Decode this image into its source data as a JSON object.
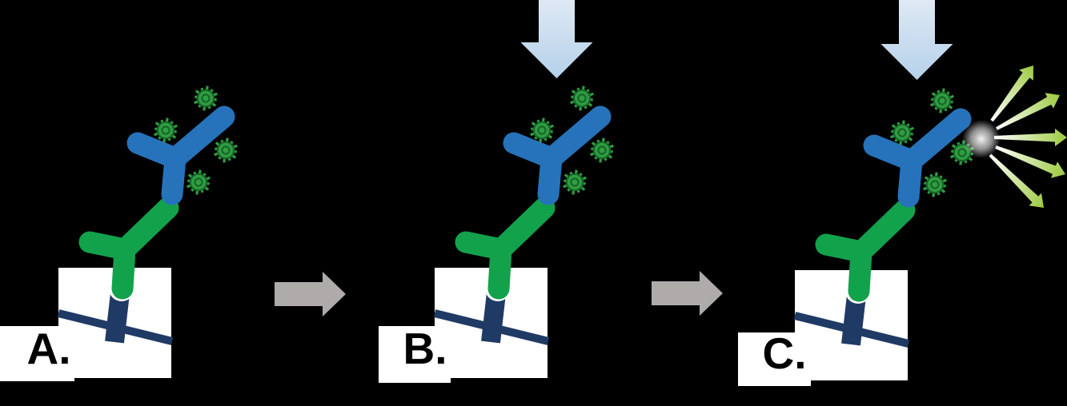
{
  "figure": {
    "type": "immunoassay-fluorescence-diagram",
    "panels": [
      {
        "id": "A",
        "label": "A.",
        "excitation_arrow": false,
        "emission_arrows": 0,
        "fluorophores": 4
      },
      {
        "id": "B",
        "label": "B.",
        "excitation_arrow": true,
        "emission_arrows": 0,
        "fluorophores": 4
      },
      {
        "id": "C",
        "label": "C.",
        "excitation_arrow": true,
        "emission_arrows": 5,
        "fluorophores": 4
      }
    ],
    "step_arrows_between_panels": 2,
    "colors": {
      "background": "#000000",
      "platform_white": "#ffffff",
      "surface_navy": "#203a66",
      "capture_antibody_green": "#12a24c",
      "detection_antibody_blue": "#2673bb",
      "fluorophore_green": "#2f9e41",
      "fluorophore_ring": "#17662a",
      "step_arrow_gray": "#afabab",
      "excitation_light_top": "#dfe9f4",
      "excitation_light_bottom": "#b5d1ea",
      "emission_light": "#9cca40",
      "label_text": "#000000"
    }
  }
}
